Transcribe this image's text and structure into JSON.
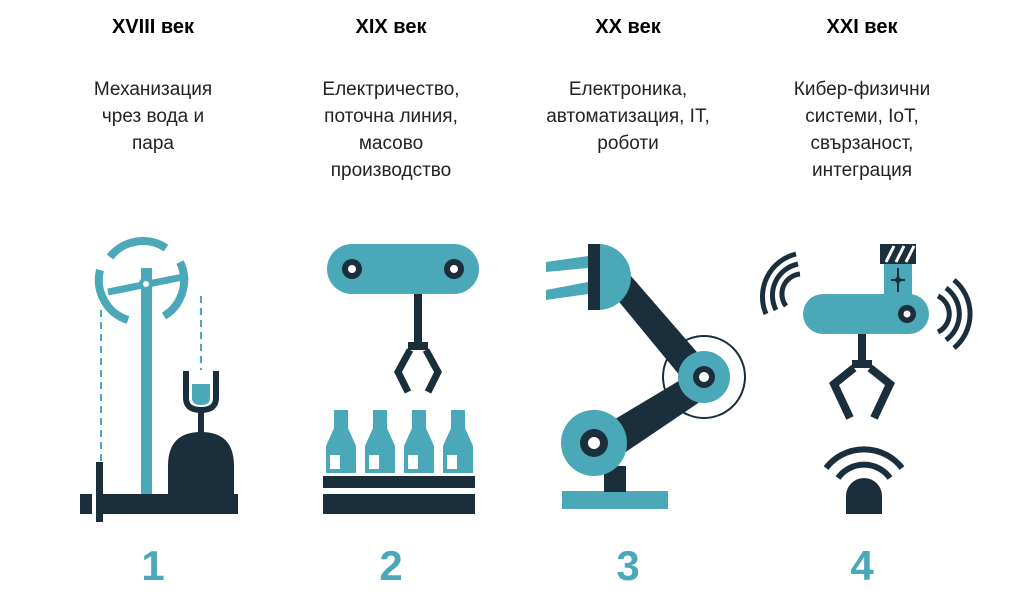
{
  "colors": {
    "teal": "#4aa8b8",
    "dark": "#1b2e3c",
    "light": "#ffffff"
  },
  "stages": [
    {
      "century": "XVIII век",
      "description": [
        "Механизация",
        "чрез вода и",
        "пара"
      ],
      "number": "1",
      "icon": "water-wheel-icon"
    },
    {
      "century": "XIX век",
      "description": [
        "Електричество,",
        "поточна линия,",
        "масово",
        "производство"
      ],
      "number": "2",
      "icon": "assembly-line-icon"
    },
    {
      "century": "XX век",
      "description": [
        "Електроника,",
        "автоматизация, IT,",
        "роботи"
      ],
      "number": "3",
      "icon": "robot-arm-icon"
    },
    {
      "century": "XXI век",
      "description": [
        "Кибер-физични",
        "системи, IoT,",
        "свързаност,",
        "интеграция"
      ],
      "number": "4",
      "icon": "connected-robot-icon"
    }
  ]
}
